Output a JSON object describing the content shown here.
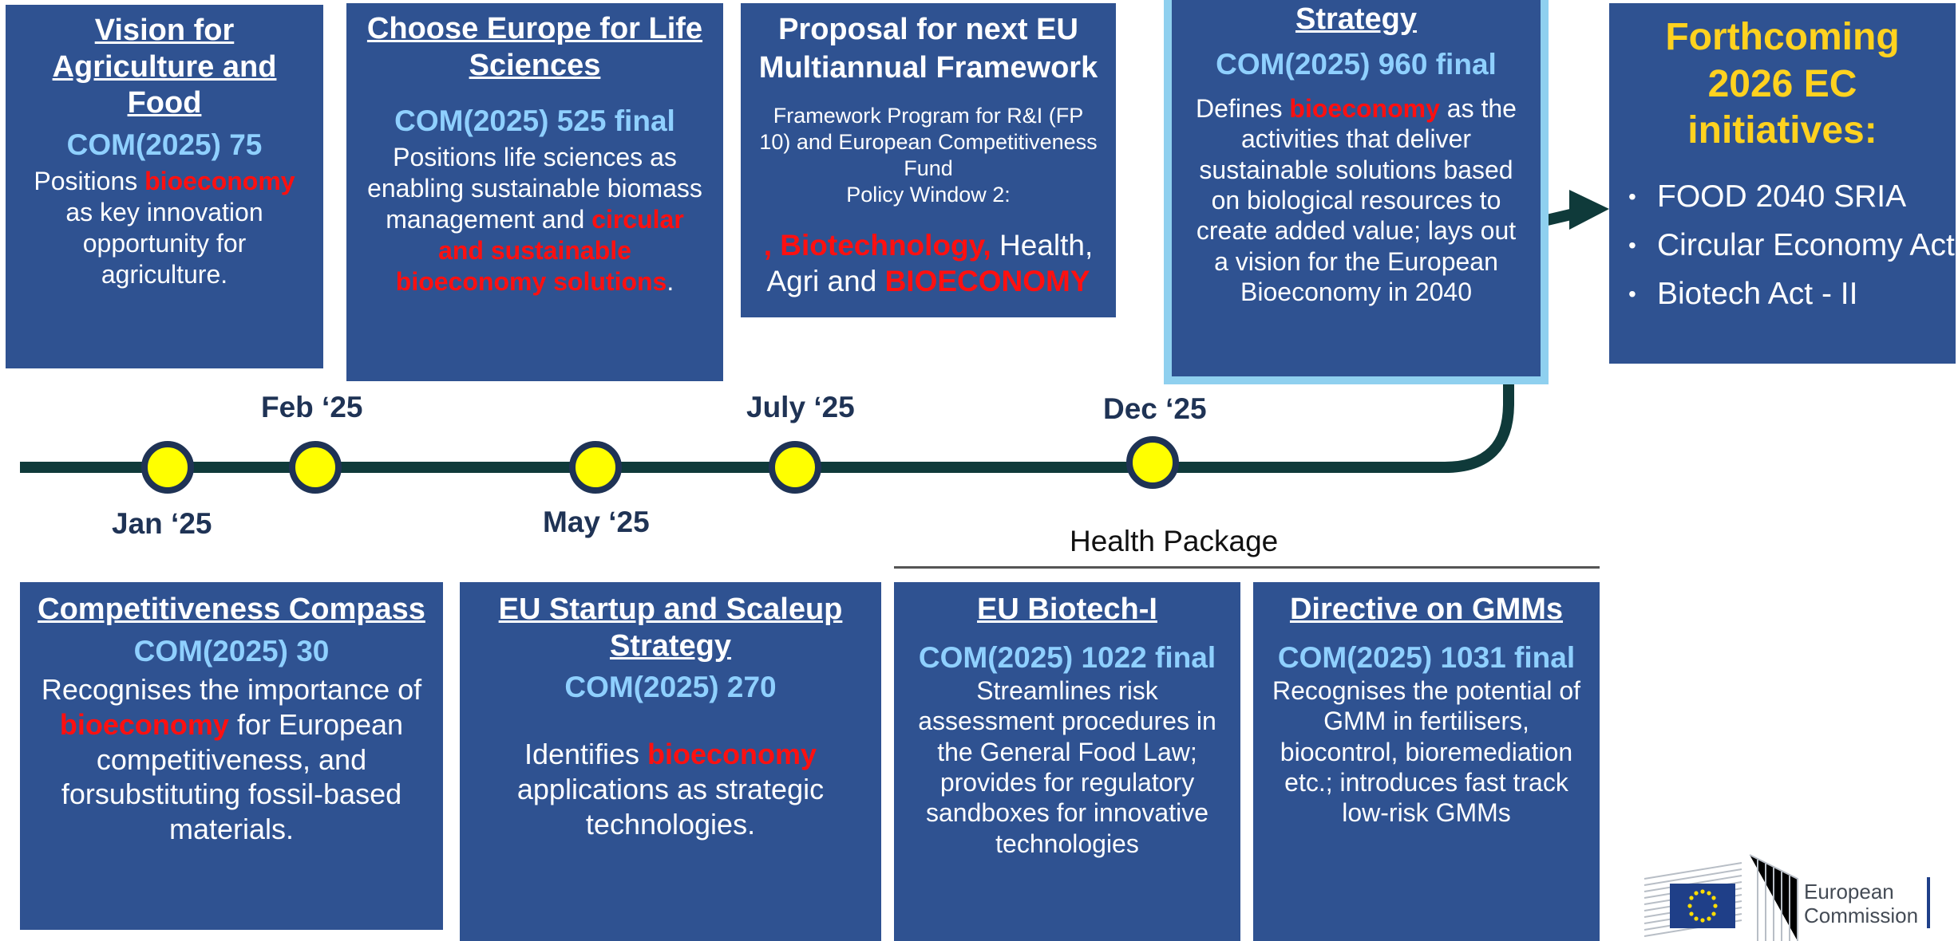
{
  "top_cards": {
    "vision": {
      "title": "Vision for Agriculture and Food",
      "code": "COM(2025) 75",
      "body_prefix": "Positions ",
      "body_highlight": "bioeconomy",
      "body_suffix": " as key innovation opportunity for agriculture."
    },
    "life_sciences": {
      "title": "Choose Europe for Life Sciences",
      "code": "COM(2025) 525 final",
      "body_prefix": "Positions life sciences as enabling sustainable biomass management and ",
      "body_highlight": "circular and sustainable bioeconomy solutions",
      "body_suffix": "."
    },
    "mff": {
      "title": "Proposal for next EU Multiannual Framework",
      "body_line": "Framework Program for R&I (FP 10) and European Competitiveness Fund",
      "body_line2": "Policy Window 2:",
      "highlight_1": ", Biotechnology,",
      "mid_text": " Health, Agri and ",
      "highlight_2": "BIOECONOMY"
    },
    "strategy": {
      "title": "Strategy",
      "code": "COM(2025) 960 final",
      "body_prefix": "Defines ",
      "body_highlight": "bioeconomy",
      "body_suffix": " as the activities that deliver sustainable solutions based on biological resources to create added value; lays out a vision for the European Bioeconomy in 2040"
    }
  },
  "forthcoming": {
    "title": "Forthcoming 2026 EC initiatives:",
    "items": [
      "FOOD 2040 SRIA",
      "Circular Economy Act",
      "Biotech Act - II"
    ],
    "bullet": "•"
  },
  "timeline": {
    "dates_above": [
      "Feb ‘25",
      "July ‘25",
      "Dec ‘25"
    ],
    "dates_below": [
      "Jan ‘25",
      "May ‘25"
    ],
    "colors": {
      "line": "#0f3a3a",
      "node_fill": "#ffff00",
      "node_stroke": "#1f3355",
      "highlight_border": "#8fd0ef"
    }
  },
  "health_package": {
    "label": "Health Package"
  },
  "bottom_cards": {
    "compass": {
      "title": "Competitiveness Compass",
      "code": "COM(2025) 30",
      "body_prefix": "Recognises the importance of ",
      "body_highlight": "bioeconomy",
      "body_suffix": " for European competitiveness, and forsubstituting fossil-based materials."
    },
    "startup": {
      "title": "EU Startup and Scaleup Strategy",
      "code": "COM(2025) 270",
      "body_prefix": "Identifies ",
      "body_highlight": "bioeconomy",
      "body_suffix": " applications as strategic technologies."
    },
    "biotech": {
      "title": "EU Biotech-I",
      "code": "COM(2025) 1022 final",
      "body": "Streamlines risk assessment procedures in the General Food Law; provides for regulatory sandboxes for innovative technologies"
    },
    "gmm": {
      "title": "Directive on GMMs",
      "code": "COM(2025) 1031 final",
      "body": "Recognises the potential of GMM in fertilisers, biocontrol, bioremediation etc.; introduces fast track low-risk GMMs"
    }
  },
  "logo": {
    "line1": "European",
    "line2": "Commission"
  }
}
